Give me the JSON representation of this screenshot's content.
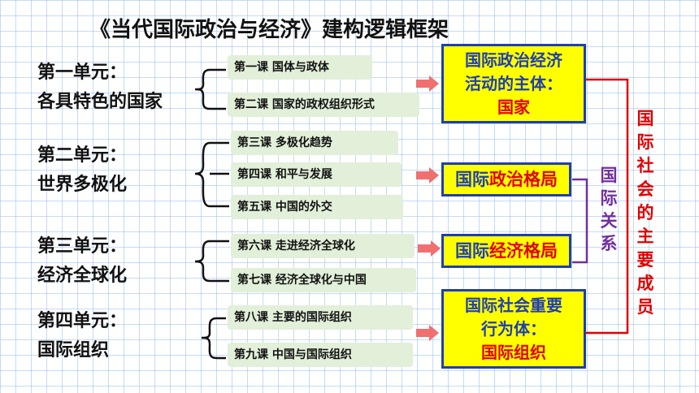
{
  "title": "《当代国际政治与经济》建构逻辑框架",
  "units": [
    {
      "line1": "第一单元：",
      "line2": "各具特色的国家"
    },
    {
      "line1": "第二单元：",
      "line2": "世界多极化"
    },
    {
      "line1": "第三单元：",
      "line2": "经济全球化"
    },
    {
      "line1": "第四单元：",
      "line2": "国际组织"
    }
  ],
  "lessons": [
    "第一课  国体与政体",
    "第二课  国家的政权组织形式",
    "第三课  多极化趋势",
    "第四课  和平与发展",
    "第五课  中国的外交",
    "第六课  走进经济全球化",
    "第七课  经济全球化与中国",
    "第八课  主要的国际组织",
    "第九课  中国与国际组织"
  ],
  "boxes": {
    "subject": {
      "line1": "国际政治经济",
      "line2": "活动的主体：",
      "line3": "国家"
    },
    "political": {
      "prefix": "国际",
      "highlight": "政治格局"
    },
    "economic": {
      "prefix": "国际",
      "highlight": "经济格局"
    },
    "actor": {
      "line1": "国际社会重要",
      "line2": "行为体：",
      "line3": "国际组织"
    }
  },
  "relations_label": [
    "国",
    "际",
    "关",
    "系"
  ],
  "members_label": [
    "国",
    "际",
    "社",
    "会",
    "的",
    "主",
    "要",
    "成",
    "员"
  ],
  "colors": {
    "yellow": "#ffff00",
    "blue": "#1f3fb0",
    "red": "#e00000",
    "purple": "#7030a0",
    "arrow": "#f07070",
    "lesson_bg": "#e2efd9"
  }
}
